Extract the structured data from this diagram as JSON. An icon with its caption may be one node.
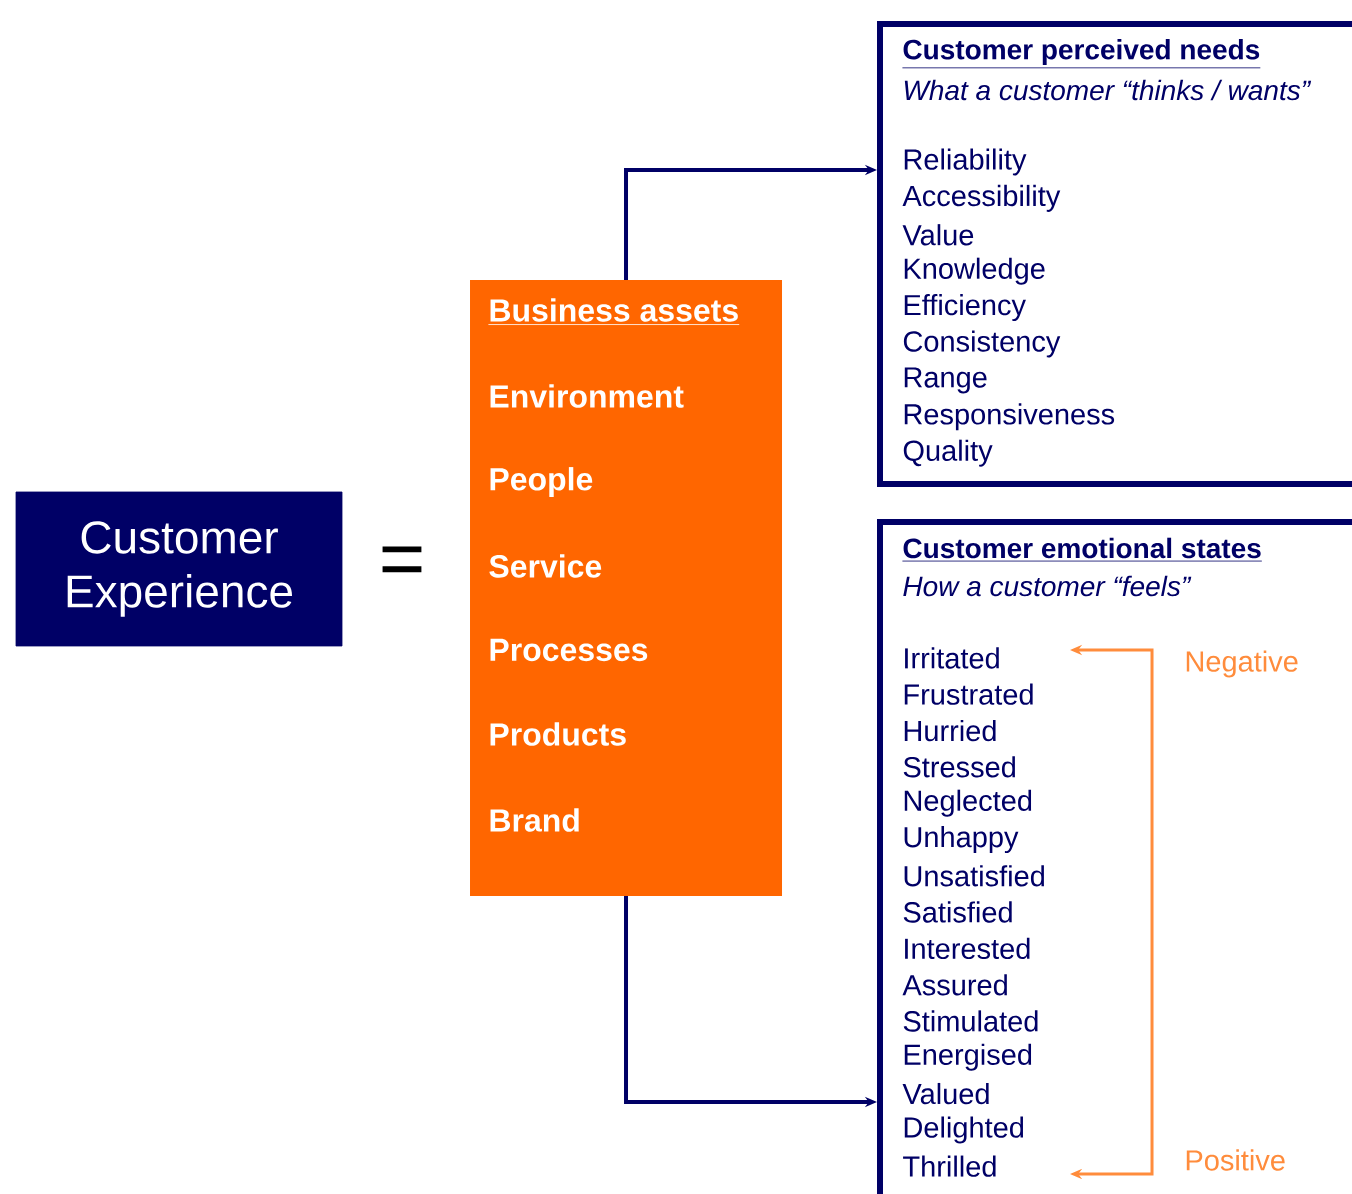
{
  "diagram": {
    "nodes": [
      {
        "text": [
          "Customer Experience"
        ]
      },
      {
        "text": [
          "Business assets",
          "Environment",
          "People",
          "Service",
          "Processes",
          "Products",
          "Brand"
        ]
      },
      {
        "text": [
          "Customer perceived needs",
          "What a customer “thinks / wants”",
          "Reliability",
          "Accessibility",
          "Value",
          "Knowledge",
          "Efficiency",
          "Consistency",
          "Range",
          "Responsiveness",
          "Quality"
        ]
      },
      {
        "text": [
          "Customer emotional states",
          "How a customer “feels”",
          "Irritated",
          "Frustrated",
          "Hurried",
          "Stressed",
          "Neglected",
          "Unhappy",
          "Unsatisfied",
          "Satisfied",
          "Interested",
          "Assured",
          "Stimulated",
          "Energised",
          "Valued",
          "Delighted",
          "Thrilled"
        ]
      }
    ],
    "edges": [
      {
        "from": 1,
        "to": 2,
        "arrow": "to"
      },
      {
        "from": 1,
        "to": 3,
        "arrow": "to"
      }
    ],
    "labels": [
      "=",
      "Negative",
      "Positive"
    ]
  }
}
